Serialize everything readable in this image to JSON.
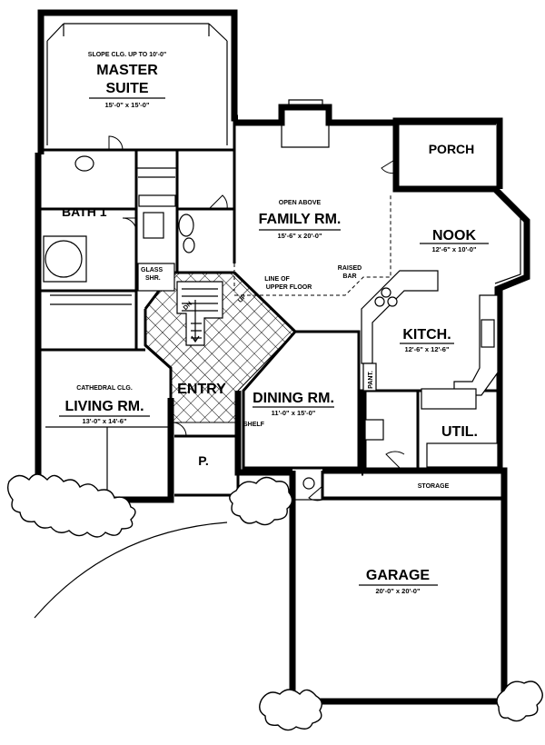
{
  "rooms": {
    "master": {
      "note": "SLOPE CLG. UP TO 10'-0\"",
      "name_line1": "MASTER",
      "name_line2": "SUITE",
      "dims": "15'-0\" x 15'-0\""
    },
    "bath": {
      "name": "BATH 1"
    },
    "glass_shower": {
      "line1": "GLASS",
      "line2": "SHR."
    },
    "family": {
      "note": "OPEN ABOVE",
      "name": "FAMILY RM.",
      "dims": "15'-6\" x 20'-0\""
    },
    "upper_floor": {
      "line1": "LINE OF",
      "line2": "UPPER FLOOR"
    },
    "porch": {
      "name": "PORCH"
    },
    "nook": {
      "name": "NOOK",
      "dims": "12'-6\" x 10'-0\""
    },
    "raised_bar": {
      "line1": "RAISED",
      "line2": "BAR"
    },
    "kitchen": {
      "name": "KITCH.",
      "dims": "12'-6\" x 12'-6\""
    },
    "pantry": {
      "label": "PANT."
    },
    "stairs": {
      "dn": "DN",
      "up": "UP"
    },
    "entry": {
      "name": "ENTRY"
    },
    "living": {
      "note": "CATHEDRAL CLG.",
      "name": "LIVING RM.",
      "dims": "13'-0\" x 14'-6\""
    },
    "dining": {
      "name": "DINING RM.",
      "dims": "11'-0\" x 15'-0\"",
      "shelf": "SHELF"
    },
    "utility": {
      "name": "UTIL."
    },
    "porch_p": {
      "name": "P."
    },
    "storage": {
      "name": "STORAGE"
    },
    "garage": {
      "name": "GARAGE",
      "dims": "20'-0\" x 20'-0\""
    }
  }
}
